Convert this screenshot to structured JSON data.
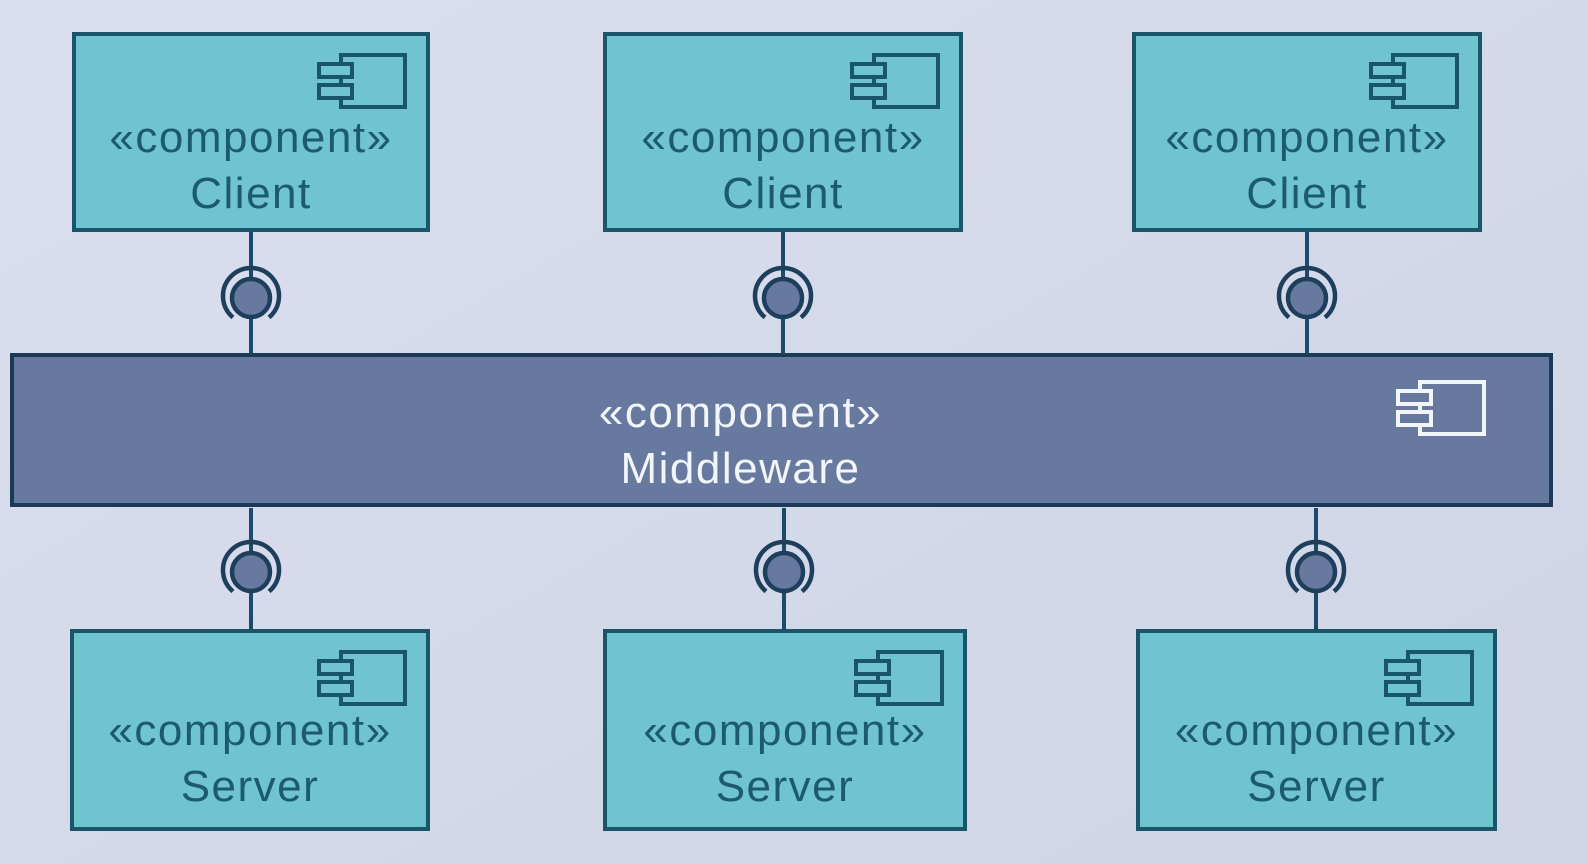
{
  "title": "UML component diagram: clients, middleware, servers",
  "colors": {
    "background": "#d6daea",
    "component-fill": "#6fc4d0",
    "component-border": "#1a5669",
    "component-text": "#1c5a6e",
    "middleware-fill": "#67799f",
    "middleware-border": "#1b3a55",
    "middleware-text": "#f2f5fa",
    "connector-line": "#1d4a66",
    "ball-fill": "#67799f",
    "ball-stroke": "#1d3f5c"
  },
  "nodes": {
    "clients": [
      {
        "stereotype": "«component»",
        "name": "Client"
      },
      {
        "stereotype": "«component»",
        "name": "Client"
      },
      {
        "stereotype": "«component»",
        "name": "Client"
      }
    ],
    "middleware": {
      "stereotype": "«component»",
      "name": "Middleware"
    },
    "servers": [
      {
        "stereotype": "«component»",
        "name": "Server"
      },
      {
        "stereotype": "«component»",
        "name": "Server"
      },
      {
        "stereotype": "«component»",
        "name": "Server"
      }
    ]
  },
  "connectors": {
    "type": "ball-and-socket",
    "links": [
      {
        "from": "Client 1",
        "to": "Middleware"
      },
      {
        "from": "Client 2",
        "to": "Middleware"
      },
      {
        "from": "Client 3",
        "to": "Middleware"
      },
      {
        "from": "Middleware",
        "to": "Server 1"
      },
      {
        "from": "Middleware",
        "to": "Server 2"
      },
      {
        "from": "Middleware",
        "to": "Server 3"
      }
    ]
  }
}
